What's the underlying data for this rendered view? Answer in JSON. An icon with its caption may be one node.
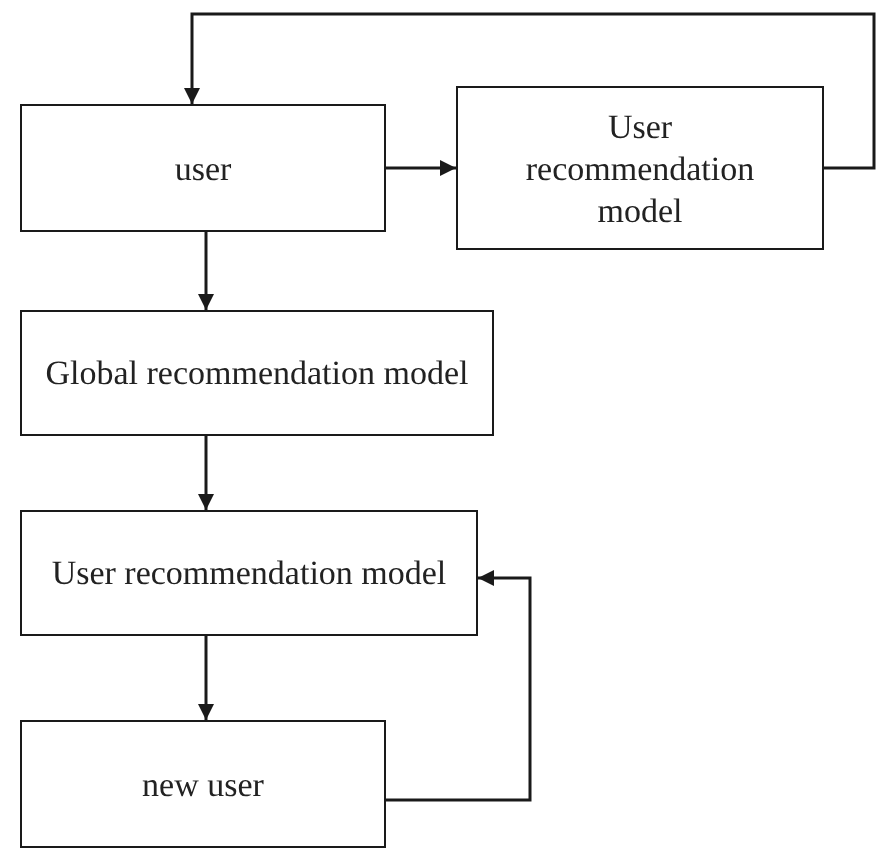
{
  "diagram": {
    "nodes": [
      {
        "text": [
          "user"
        ]
      },
      {
        "text": [
          "User recommendation model"
        ]
      },
      {
        "text": [
          "Global recommendation model"
        ]
      },
      {
        "text": [
          "User recommendation model"
        ]
      },
      {
        "text": [
          "new user"
        ]
      }
    ],
    "edges": [
      {
        "from": 0,
        "to": 1,
        "arrow": "to"
      },
      {
        "from": 1,
        "to": 0,
        "arrow": "to"
      },
      {
        "from": 0,
        "to": 2,
        "arrow": "to"
      },
      {
        "from": 2,
        "to": 3,
        "arrow": "to"
      },
      {
        "from": 3,
        "to": 4,
        "arrow": "to"
      },
      {
        "from": 4,
        "to": 3,
        "arrow": "to"
      }
    ]
  }
}
